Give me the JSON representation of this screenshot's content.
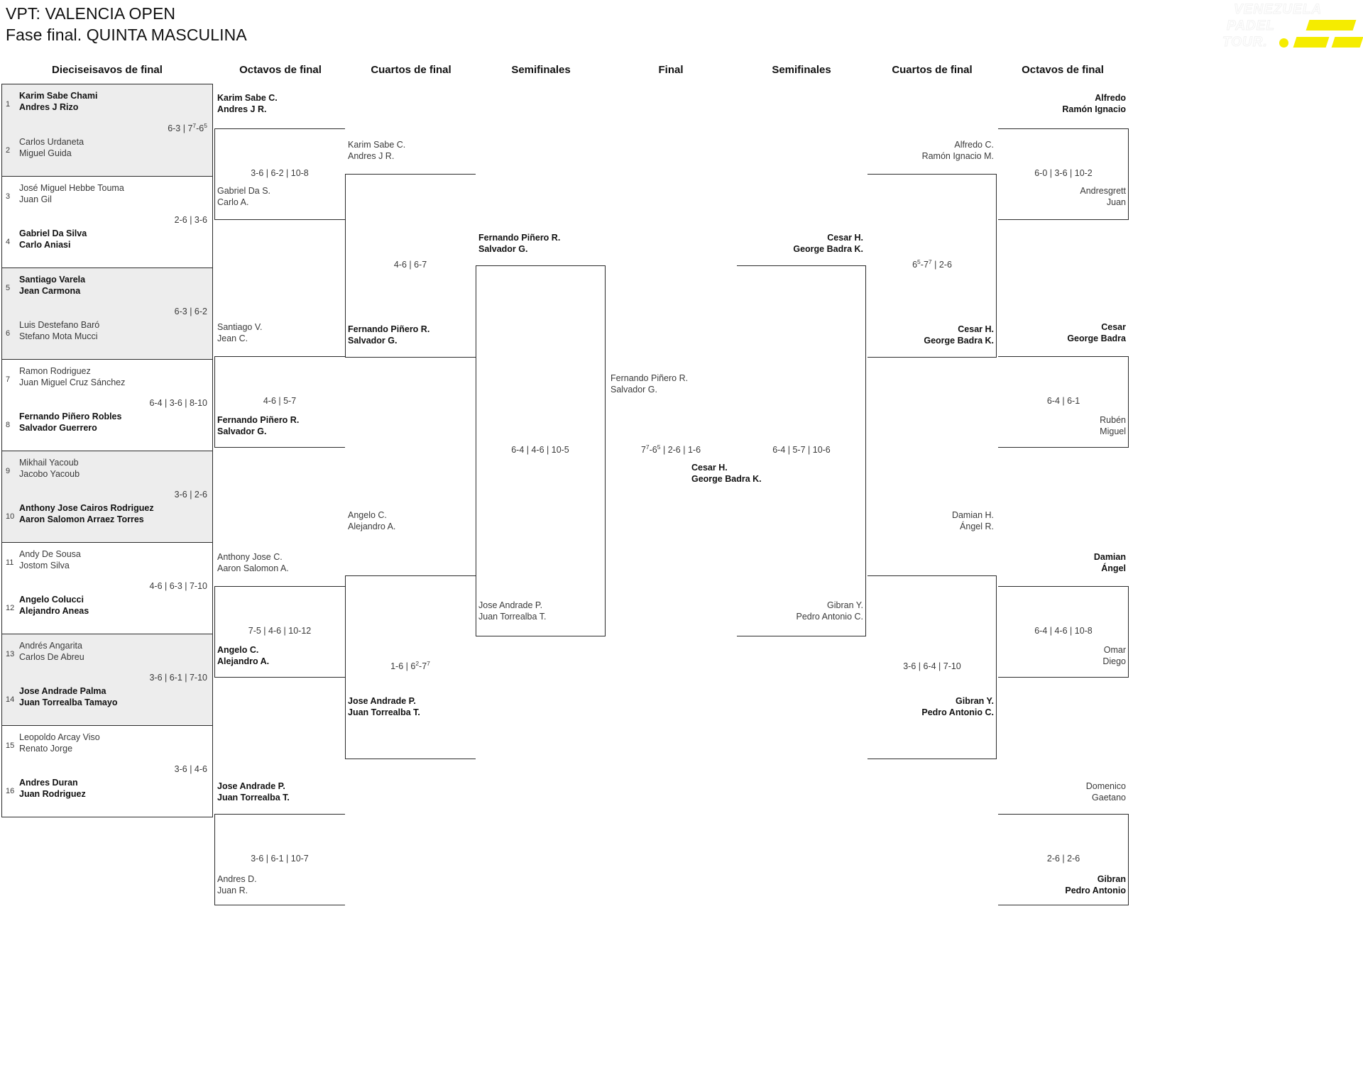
{
  "header": {
    "line1": "VPT: VALENCIA OPEN",
    "line2": "Fase final. QUINTA MASCULINA"
  },
  "logo": {
    "word1": "VENEZUELA",
    "word2": "PADEL",
    "word3": "TOUR.",
    "accent": "#f5ec00"
  },
  "round_headers": {
    "left_r32": "Dieciseisavos de final",
    "left_r16": "Octavos de final",
    "left_qf": "Cuartos de final",
    "left_sf": "Semifinales",
    "final": "Final",
    "right_sf": "Semifinales",
    "right_qf": "Cuartos de final",
    "right_r16": "Octavos de final"
  },
  "round32": [
    {
      "seed": "1",
      "p1": "Karim Sabe Chami",
      "p2": "Andres J Rizo",
      "winner": true
    },
    {
      "seed": "2",
      "p1": "Carlos Urdaneta",
      "p2": "Miguel Guida",
      "winner": false
    },
    {
      "seed": "3",
      "p1": "José Miguel Hebbe Touma",
      "p2": "Juan Gil",
      "winner": false
    },
    {
      "seed": "4",
      "p1": "Gabriel Da Silva",
      "p2": "Carlo Aniasi",
      "winner": true
    },
    {
      "seed": "5",
      "p1": "Santiago Varela",
      "p2": "Jean Carmona",
      "winner": true
    },
    {
      "seed": "6",
      "p1": "Luis Destefano Baró",
      "p2": "Stefano Mota Mucci",
      "winner": false
    },
    {
      "seed": "7",
      "p1": "Ramon Rodriguez",
      "p2": "Juan Miguel Cruz Sánchez",
      "winner": false
    },
    {
      "seed": "8",
      "p1": "Fernando Piñero Robles",
      "p2": "Salvador Guerrero",
      "winner": true
    },
    {
      "seed": "9",
      "p1": "Mikhail Yacoub",
      "p2": "Jacobo Yacoub",
      "winner": false
    },
    {
      "seed": "10",
      "p1": "Anthony Jose Cairos Rodriguez",
      "p2": "Aaron Salomon Arraez Torres",
      "winner": true
    },
    {
      "seed": "11",
      "p1": "Andy De Sousa",
      "p2": "Jostom Silva",
      "winner": false
    },
    {
      "seed": "12",
      "p1": "Angelo Colucci",
      "p2": "Alejandro Aneas",
      "winner": true
    },
    {
      "seed": "13",
      "p1": "Andrés Angarita",
      "p2": "Carlos De Abreu",
      "winner": false
    },
    {
      "seed": "14",
      "p1": "Jose Andrade Palma",
      "p2": "Juan Torrealba Tamayo",
      "winner": true
    },
    {
      "seed": "15",
      "p1": "Leopoldo Arcay Viso",
      "p2": "Renato Jorge",
      "winner": false
    },
    {
      "seed": "16",
      "p1": "Andres Duran",
      "p2": "Juan Rodriguez",
      "winner": true
    }
  ],
  "round32_scores": [
    "6-3 | 7<sup>7</sup>-6<sup>5</sup>",
    "2-6 | 3-6",
    "6-3 | 6-2",
    "6-4 | 3-6 | 8-10",
    "3-6 | 2-6",
    "4-6 | 6-3 | 7-10",
    "3-6 | 6-1 | 7-10",
    "3-6 | 4-6"
  ],
  "left_r16": {
    "slots": [
      {
        "p1": "Karim Sabe C.",
        "p2": "Andres J R.",
        "winner": true
      },
      {
        "p1": "Gabriel Da S.",
        "p2": "Carlo A.",
        "winner": false
      },
      {
        "p1": "Santiago V.",
        "p2": "Jean C.",
        "winner": false
      },
      {
        "p1": "Fernando Piñero R.",
        "p2": "Salvador G.",
        "winner": true
      },
      {
        "p1": "Anthony Jose C.",
        "p2": "Aaron Salomon A.",
        "winner": false
      },
      {
        "p1": "Angelo C.",
        "p2": "Alejandro A.",
        "winner": true
      },
      {
        "p1": "Jose Andrade P.",
        "p2": "Juan Torrealba T.",
        "winner": true
      },
      {
        "p1": "Andres D.",
        "p2": "Juan R.",
        "winner": false
      }
    ],
    "scores": [
      "3-6 | 6-2 | 10-8",
      "4-6 | 5-7",
      "7-5 | 4-6 | 10-12",
      "3-6 | 6-1 | 10-7"
    ]
  },
  "left_qf": {
    "slots": [
      {
        "p1": "Karim Sabe C.",
        "p2": "Andres J R.",
        "winner": false
      },
      {
        "p1": "Fernando Piñero R.",
        "p2": "Salvador G.",
        "winner": true
      },
      {
        "p1": "Angelo C.",
        "p2": "Alejandro A.",
        "winner": false
      },
      {
        "p1": "Jose Andrade P.",
        "p2": "Juan Torrealba T.",
        "winner": true
      }
    ],
    "scores": [
      "4-6 | 6-7",
      "1-6 | 6<sup>2</sup>-7<sup>7</sup>"
    ]
  },
  "left_sf": {
    "slots": [
      {
        "p1": "Fernando Piñero R.",
        "p2": "Salvador G.",
        "winner": true
      },
      {
        "p1": "Jose Andrade P.",
        "p2": "Juan Torrealba T.",
        "winner": false
      }
    ],
    "scores": [
      "6-4 | 4-6 | 10-5"
    ]
  },
  "final": {
    "left": {
      "p1": "Fernando Piñero R.",
      "p2": "Salvador G.",
      "winner": false
    },
    "right": {
      "p1": "Cesar H.",
      "p2": "George Badra K.",
      "winner": true
    },
    "score": "7<sup>7</sup>-6<sup>5</sup> | 2-6 | 1-6"
  },
  "right_sf": {
    "slots": [
      {
        "p1": "Cesar H.",
        "p2": "George Badra K.",
        "winner": true
      },
      {
        "p1": "Gibran Y.",
        "p2": "Pedro Antonio C.",
        "winner": false
      }
    ],
    "scores": [
      "6-4 | 5-7 | 10-6"
    ]
  },
  "right_qf": {
    "slots": [
      {
        "p1": "Alfredo C.",
        "p2": "Ramón Ignacio M.",
        "winner": false
      },
      {
        "p1": "Cesar H.",
        "p2": "George Badra K.",
        "winner": true
      },
      {
        "p1": "Damian H.",
        "p2": "Ángel R.",
        "winner": false
      },
      {
        "p1": "Gibran Y.",
        "p2": "Pedro Antonio C.",
        "winner": true
      }
    ],
    "scores": [
      "6<sup>5</sup>-7<sup>7</sup> | 2-6",
      "3-6 | 6-4 | 7-10"
    ]
  },
  "right_r16": {
    "slots": [
      {
        "p1": "Alfredo",
        "p2": "Ramón Ignacio",
        "winner": true
      },
      {
        "p1": "Andresgrett",
        "p2": "Juan",
        "winner": false
      },
      {
        "p1": "Cesar",
        "p2": "George Badra",
        "winner": true
      },
      {
        "p1": "Rubén",
        "p2": "Miguel",
        "winner": false
      },
      {
        "p1": "Damian",
        "p2": "Ángel",
        "winner": true
      },
      {
        "p1": "Omar",
        "p2": "Diego",
        "winner": false
      },
      {
        "p1": "Domenico",
        "p2": "Gaetano",
        "winner": false
      },
      {
        "p1": "Gibran",
        "p2": "Pedro Antonio",
        "winner": true
      }
    ],
    "scores": [
      "6-0 | 3-6 | 10-2",
      "6-4 | 6-1",
      "6-4 | 4-6 | 10-8",
      "2-6 | 2-6"
    ]
  }
}
